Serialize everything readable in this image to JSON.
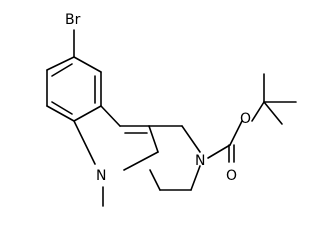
{
  "molecule": {
    "atom_labels": {
      "bromine": "Br",
      "indole_nitrogen": "N",
      "ring_nitrogen": "N",
      "ester_oxygen": "O",
      "carbonyl_oxygen": "O"
    },
    "colors": {
      "bond": "#000000",
      "label": "#000000",
      "background": "#ffffff"
    }
  }
}
